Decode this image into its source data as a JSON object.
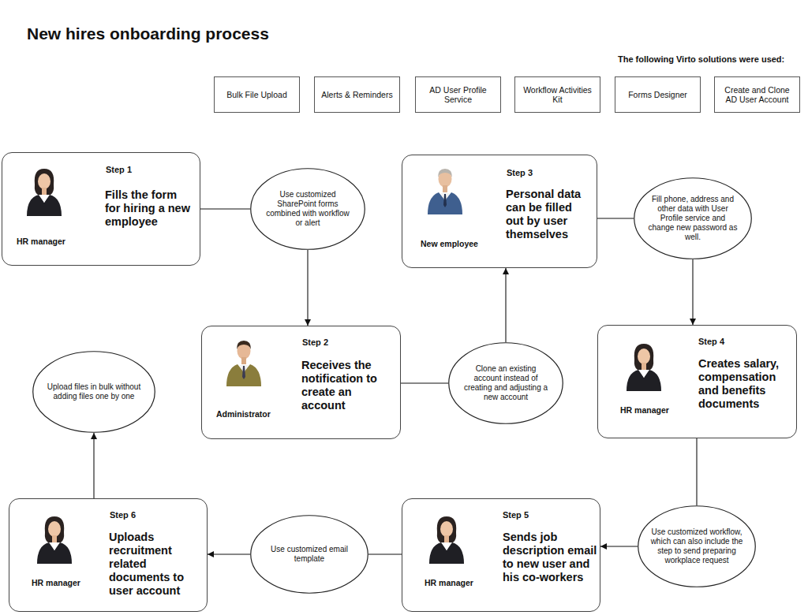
{
  "diagram": {
    "title": "New hires onboarding process",
    "nodes": [
      {
        "text": [
          "Bulk File Upload"
        ]
      },
      {
        "text": [
          "Alerts & Reminders"
        ]
      },
      {
        "text": [
          "AD User Profile Service"
        ]
      },
      {
        "text": [
          "Workflow Activities Kit"
        ]
      },
      {
        "text": [
          "Forms Designer"
        ]
      },
      {
        "text": [
          "Create and Clone AD User Account"
        ]
      },
      {
        "text": [
          "Step 1",
          "Fills the form for hiring a new employee",
          "HR manager"
        ]
      },
      {
        "text": [
          "Use customized SharePoint forms combined with workflow or alert"
        ]
      },
      {
        "text": [
          "Step 3",
          "Personal data can be filled out by user themselves",
          "New employee"
        ]
      },
      {
        "text": [
          "Fill phone, address and other data with User Profile service and change new password as well."
        ]
      },
      {
        "text": [
          "Upload files in bulk without adding files one by one"
        ]
      },
      {
        "text": [
          "Step 2",
          "Receives the notification to create an account",
          "Administrator"
        ]
      },
      {
        "text": [
          "Clone an existing account instead of creating and adjusting a new account"
        ]
      },
      {
        "text": [
          "Step 4",
          "Creates salary, compensation and benefits documents",
          "HR manager"
        ]
      },
      {
        "text": [
          "Step 6",
          "Uploads recruitment related documents to user account",
          "HR manager"
        ]
      },
      {
        "text": [
          "Use customized email template"
        ]
      },
      {
        "text": [
          "Step 5",
          "Sends job description email to new user and his co-workers",
          "HR manager"
        ]
      },
      {
        "text": [
          "Use customized workflow, which can also include the step to send preparing workplace request"
        ]
      }
    ],
    "edges": [
      {
        "from": 6,
        "to": 7,
        "arrow": "none"
      },
      {
        "from": 7,
        "to": 11,
        "arrow": "to"
      },
      {
        "from": 11,
        "to": 12,
        "arrow": "none"
      },
      {
        "from": 12,
        "to": 8,
        "arrow": "to"
      },
      {
        "from": 8,
        "to": 9,
        "arrow": "none"
      },
      {
        "from": 9,
        "to": 13,
        "arrow": "to"
      },
      {
        "from": 13,
        "to": 17,
        "arrow": "none"
      },
      {
        "from": 17,
        "to": 16,
        "arrow": "to"
      },
      {
        "from": 16,
        "to": 15,
        "arrow": "none"
      },
      {
        "from": 15,
        "to": 14,
        "arrow": "to"
      },
      {
        "from": 14,
        "to": 10,
        "arrow": "to"
      }
    ],
    "labels": [
      "The following Virto solutions were used:"
    ]
  }
}
